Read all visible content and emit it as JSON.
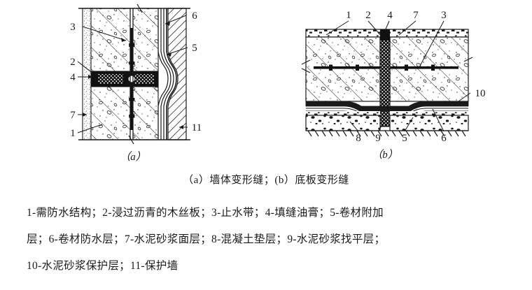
{
  "figure": {
    "caption": "（a）墙体变形缝；(b）底板变形缝",
    "sub_captions": {
      "a": "（a）",
      "b": "（b）"
    },
    "diagram_a": {
      "name": "墙体变形缝",
      "left_labels": [
        "3",
        "2",
        "4",
        "7",
        "1"
      ],
      "right_labels": [
        "6",
        "5",
        "11"
      ],
      "top_tick": "",
      "bottom_tick": ""
    },
    "diagram_b": {
      "name": "底板变形缝",
      "top_labels": [
        "1",
        "2",
        "4",
        "7",
        "3"
      ],
      "bottom_labels": [
        "8",
        "9",
        "5",
        "6"
      ],
      "right_labels": [
        "10"
      ]
    }
  },
  "legend": {
    "line1": "1-需防水结构；2-浸过沥青的木丝板；3-止水带；4-填缝油膏；5-卷材附加",
    "line2": "层；6-卷材防水层；7-水泥砂浆面层；8-混凝土垫层；9-水泥砂浆找平层；",
    "line3": "10-水泥砂浆保护层；11-保护墙",
    "items": [
      {
        "num": "1",
        "text": "需防水结构"
      },
      {
        "num": "2",
        "text": "浸过沥青的木丝板"
      },
      {
        "num": "3",
        "text": "止水带"
      },
      {
        "num": "4",
        "text": "填缝油膏"
      },
      {
        "num": "5",
        "text": "卷材附加层"
      },
      {
        "num": "6",
        "text": "卷材防水层"
      },
      {
        "num": "7",
        "text": "水泥砂浆面层"
      },
      {
        "num": "8",
        "text": "混凝土垫层"
      },
      {
        "num": "9",
        "text": "水泥砂浆找平层"
      },
      {
        "num": "10",
        "text": "水泥砂浆保护层"
      },
      {
        "num": "11",
        "text": "保护墙"
      }
    ]
  },
  "colors": {
    "ink": "#1a1a1a",
    "background": "#ffffff"
  }
}
